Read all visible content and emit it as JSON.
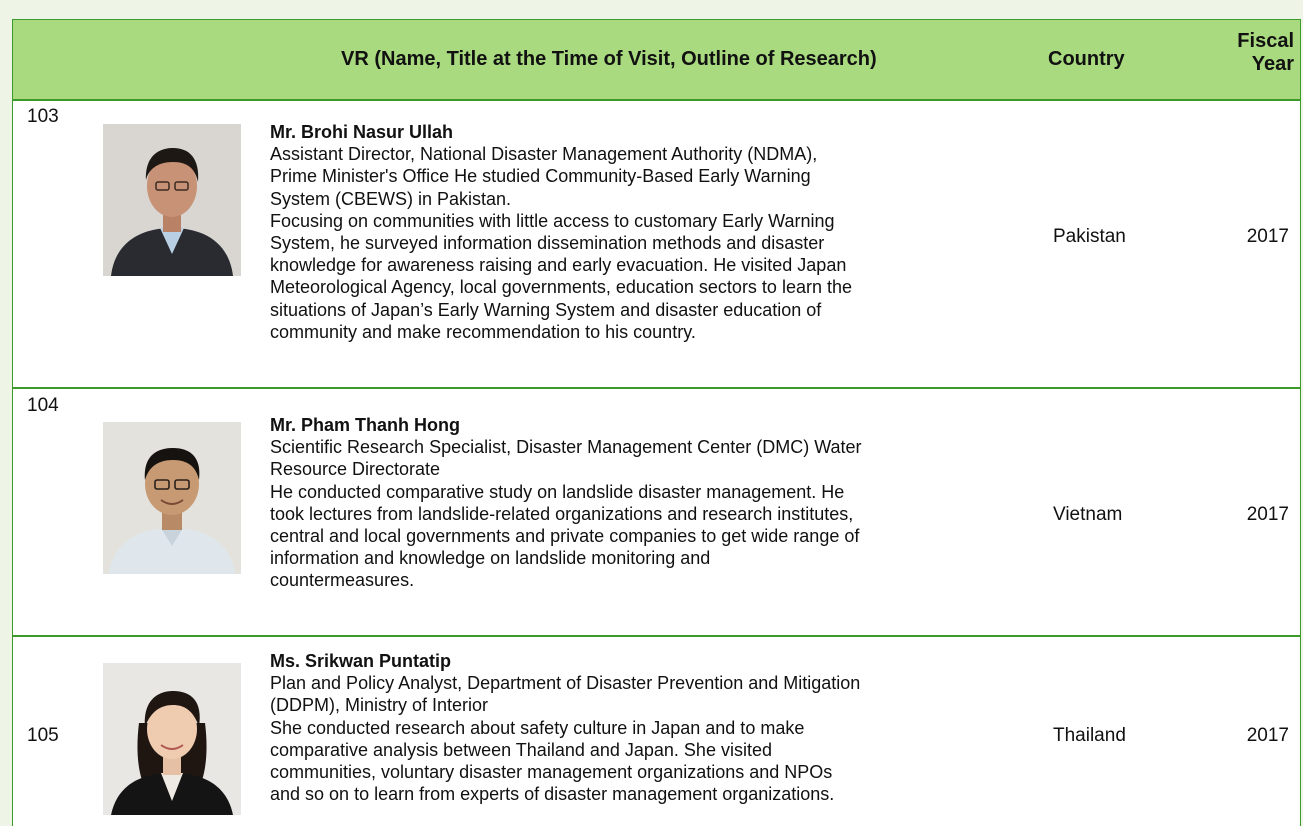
{
  "header": {
    "vr_label": "VR (Name, Title at the Time of Visit, Outline of Research)",
    "country_label": "Country",
    "fiscal_year_line1": "Fiscal",
    "fiscal_year_line2": "Year"
  },
  "rows": [
    {
      "number": "103",
      "name": "Mr. Brohi Nasur Ullah",
      "lines": [
        "Assistant Director, National Disaster Management Authority (NDMA),",
        "Prime Minister's Office  He studied Community-Based Early Warning",
        "System (CBEWS) in Pakistan.",
        "Focusing on communities with little access to customary Early Warning",
        "System, he surveyed information dissemination methods and disaster",
        "knowledge for awareness raising and early evacuation. He visited Japan",
        "Meteorological Agency, local governments, education sectors to learn the",
        "situations of Japan’s Early Warning System and disaster education of",
        "community and make recommendation to his country."
      ],
      "country": "Pakistan",
      "year": "2017"
    },
    {
      "number": "104",
      "name": "Mr. Pham Thanh Hong",
      "lines": [
        "Scientific Research Specialist, Disaster Management Center (DMC) Water",
        "Resource Directorate",
        "He conducted comparative study on landslide disaster management. He",
        "took lectures from landslide-related organizations and research institutes,",
        "central and local governments and private companies to get wide range of",
        "information and knowledge on landslide monitoring and",
        "countermeasures."
      ],
      "country": "Vietnam",
      "year": "2017"
    },
    {
      "number": "105",
      "name": "Ms. Srikwan Puntatip",
      "lines": [
        "Plan and Policy Analyst, Department of Disaster Prevention and Mitigation",
        "(DDPM), Ministry of Interior",
        "She conducted research about safety culture in Japan and to make",
        "comparative analysis between Thailand and Japan. She visited",
        "communities, voluntary disaster management organizations and NPOs",
        "and so on to learn from experts of disaster management organizations."
      ],
      "country": "Thailand",
      "year": "2017"
    }
  ],
  "colors": {
    "header_bg": "#a9da7f",
    "border": "#3c9a2a",
    "page_bg": "#eef5e6"
  }
}
